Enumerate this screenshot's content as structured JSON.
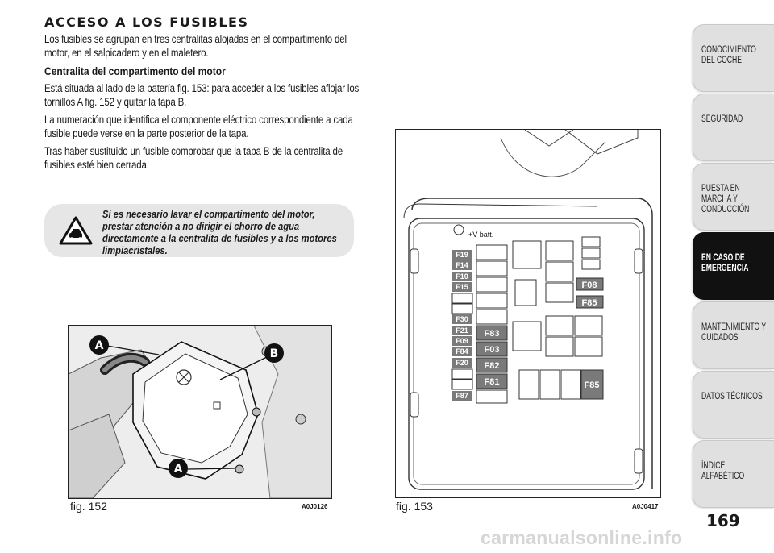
{
  "section_title": "ACCESO A LOS FUSIBLES",
  "intro": "Los fusibles se agrupan en tres centralitas alojadas en el compartimento del motor, en el salpicadero y en el maletero.",
  "subtitle": "Centralita del compartimento del motor",
  "paragraphs": [
    "Está situada al lado de la batería fig. 153: para acceder a los fusibles aflojar los tornillos A fig. 152 y quitar la tapa B.",
    "La numeración que identifica el componente eléctrico correspondiente a cada fusible puede verse en la parte posterior de la tapa.",
    "Tras haber sustituido un fusible comprobar que la tapa B de la centralita de fusibles esté bien cerrada."
  ],
  "warning": {
    "icon": "car-wash-warning-icon",
    "text": "Si es necesario lavar el compartimento del motor, prestar atención a no dirigir el chorro de agua directamente a la centralita de fusibles y a los motores limpiacristales."
  },
  "fig152": {
    "caption": "fig. 152",
    "code": "A0J0126",
    "labels": {
      "a1": "A",
      "b": "B",
      "a2": "A"
    }
  },
  "fig153": {
    "caption": "fig. 153",
    "code": "A0J0417",
    "batt_label": "+V batt.",
    "small_fuses": [
      "F19",
      "F14",
      "F10",
      "F15",
      "F30",
      "F21",
      "F09",
      "F84",
      "F20",
      "F87"
    ],
    "mid_fuses": [
      "F83",
      "F03",
      "F82",
      "F81"
    ],
    "right_fuses": {
      "f08": "F08",
      "f85a": "F85",
      "f85b": "F85"
    }
  },
  "tabs": [
    {
      "label": "CONOCIMIENTO DEL COCHE",
      "active": false
    },
    {
      "label": "SEGURIDAD",
      "active": false
    },
    {
      "label": "PUESTA EN MARCHA Y CONDUCCIÓN",
      "active": false
    },
    {
      "label": "EN CASO DE EMERGENCIA",
      "active": true
    },
    {
      "label": "MANTENIMIENTO Y CUIDADOS",
      "active": false
    },
    {
      "label": "DATOS TÉCNICOS",
      "active": false
    },
    {
      "label": "ÍNDICE ALFABÉTICO",
      "active": false
    }
  ],
  "page_number": "169",
  "watermark": "carmanualsonline.info"
}
